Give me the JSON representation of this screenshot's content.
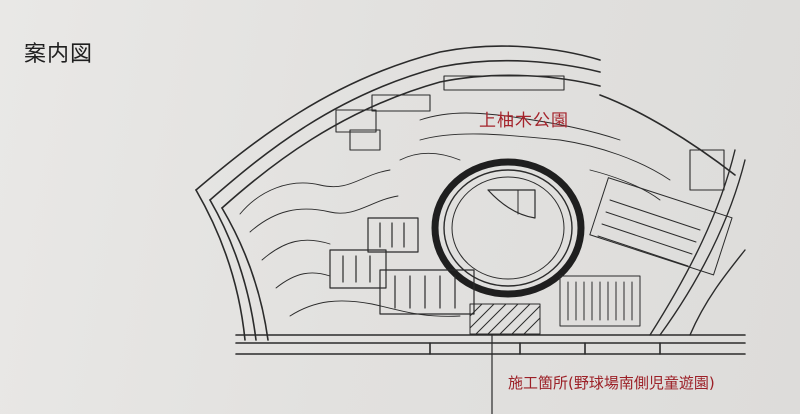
{
  "map": {
    "title": "案内図",
    "park_name": "上柚木公園",
    "construction_site": "施工箇所(野球場南側児童遊園)",
    "colors": {
      "ink": "#2b2b2b",
      "label_red": "#a4232b",
      "paper": "#e4e3e1"
    }
  }
}
